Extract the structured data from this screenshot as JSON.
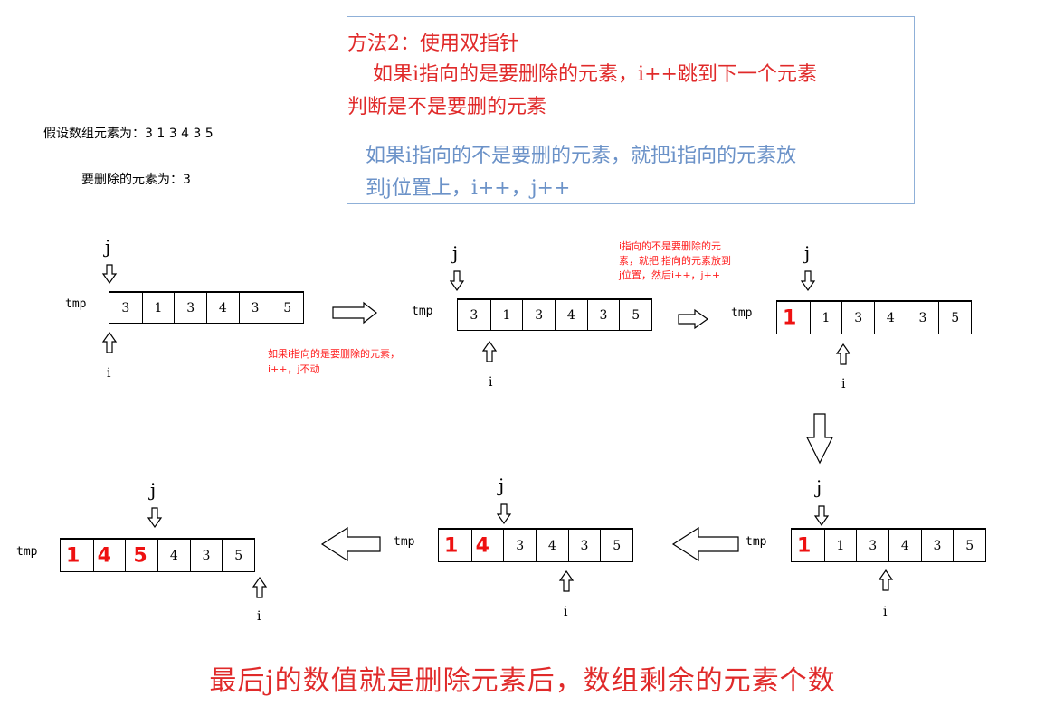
{
  "method": {
    "title": "方法2：使用双指针",
    "line1": "如果i指向的是要删除的元素，i++跳到下一个元素",
    "line2": "判断是不是要删的元素",
    "line3": "如果i指向的不是要删的元素，就把i指向的元素放",
    "line4": "到j位置上，i++，j++"
  },
  "given": {
    "array_label": "假设数组元素为：3 1 3 4 3 5",
    "target_label": "要删除的元素为：3"
  },
  "labels": {
    "tmp": "tmp",
    "j": "j",
    "i": "i"
  },
  "notes": {
    "note1_line1": "如果i指向的是要删除的元素，",
    "note1_line2": "i++，j不动",
    "note2_line1": "i指向的不是要删除的元",
    "note2_line2": "素，就把i指向的元素放到",
    "note2_line3": "j位置，然后i++，j++"
  },
  "arrays": {
    "a1": [
      "3",
      "1",
      "3",
      "4",
      "3",
      "5"
    ],
    "a2": [
      "3",
      "1",
      "3",
      "4",
      "3",
      "5"
    ],
    "a3": [
      "",
      "1",
      "3",
      "4",
      "3",
      "5"
    ],
    "a4": [
      "",
      "1",
      "3",
      "4",
      "3",
      "5"
    ],
    "a5": [
      "",
      "",
      "3",
      "4",
      "3",
      "5"
    ],
    "a6": [
      "",
      "",
      "",
      "4",
      "3",
      "5"
    ]
  },
  "marks": {
    "one": "1",
    "four": "4",
    "five": "5"
  },
  "conclusion": "最后j的数值就是删除元素后，数组剩余的元素个数",
  "colors": {
    "red": "#e02a2a",
    "blue": "#6b92c8",
    "box_border": "#8fb0d8"
  }
}
